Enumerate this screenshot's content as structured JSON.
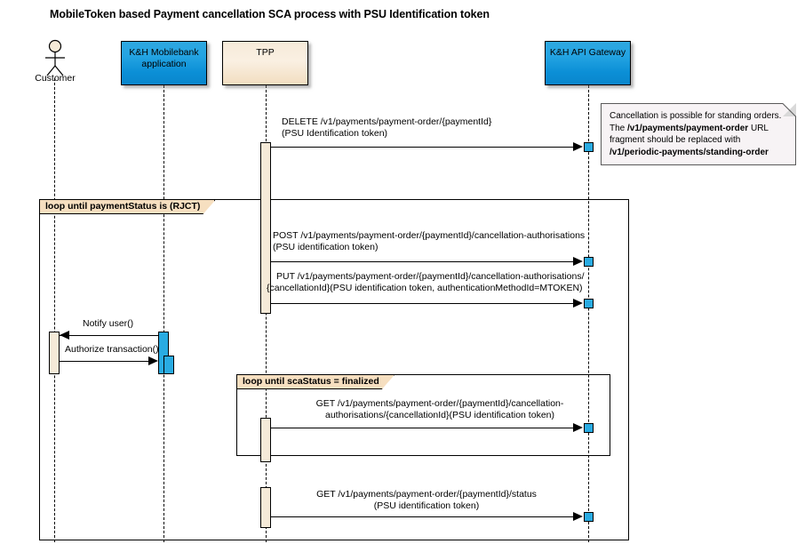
{
  "title": "MobileToken based Payment cancellation SCA process with PSU Identification token",
  "participants": [
    {
      "id": "customer",
      "label": "Customer",
      "kind": "actor"
    },
    {
      "id": "mobilebank",
      "label": "K&H Mobilebank\napplication",
      "kind": "blue-box"
    },
    {
      "id": "tpp",
      "label": "TPP",
      "kind": "cream-box"
    },
    {
      "id": "gateway",
      "label": "K&H API Gateway",
      "kind": "blue-box"
    }
  ],
  "note": {
    "line1": "Cancellation is possible for standing orders.",
    "line2_pre": "The ",
    "line2_bold": "/v1/payments/payment-order",
    "line2_post": " URL",
    "line3": "fragment should be replaced with",
    "line4_bold": "/v1/periodic-payments/standing-order"
  },
  "fragments": [
    {
      "id": "outer-loop",
      "label": "loop until paymentStatus is (RJCT)"
    },
    {
      "id": "inner-loop",
      "label": "loop until scaStatus = finalized"
    }
  ],
  "messages": [
    {
      "id": "delete-payment-order",
      "from": "tpp",
      "to": "gateway",
      "direction": "right",
      "line1": "DELETE /v1/payments/payment-order/{paymentId}",
      "line2": "(PSU Identification token)"
    },
    {
      "id": "post-cancellation-authorisations",
      "from": "tpp",
      "to": "gateway",
      "direction": "right",
      "line1": "POST /v1/payments/payment-order/{paymentId}/cancellation-authorisations",
      "line2": "(PSU identification token)"
    },
    {
      "id": "put-cancellation-authorisation",
      "from": "tpp",
      "to": "gateway",
      "direction": "right",
      "line1": "PUT /v1/payments/payment-order/{paymentId}/cancellation-authorisations/",
      "line2": "{cancellationId}(PSU identification token, authenticationMethodId=MTOKEN)"
    },
    {
      "id": "notify-user",
      "from": "mobilebank",
      "to": "customer",
      "direction": "left",
      "line1": "Notify user()",
      "line2": ""
    },
    {
      "id": "authorize-transaction",
      "from": "customer",
      "to": "mobilebank",
      "direction": "right",
      "line1": "Authorize transaction()",
      "line2": ""
    },
    {
      "id": "get-cancellation-authorisation-status",
      "from": "tpp",
      "to": "gateway",
      "direction": "right",
      "line1": "GET /v1/payments/payment-order/{paymentId}/cancellation-",
      "line2": "authorisations/{cancellationId}(PSU identification token)"
    },
    {
      "id": "get-payment-status",
      "from": "tpp",
      "to": "gateway",
      "direction": "right",
      "line1": "GET /v1/payments/payment-order/{paymentId}/status",
      "line2": "(PSU identification token)"
    }
  ],
  "colors": {
    "accent_blue": "#29abe2",
    "participant_blue": "#0b8fd6",
    "cream": "#f5ead8",
    "fragment_tab": "#f6dfc0",
    "note_bg": "#f7f3f5",
    "line": "#000000"
  }
}
